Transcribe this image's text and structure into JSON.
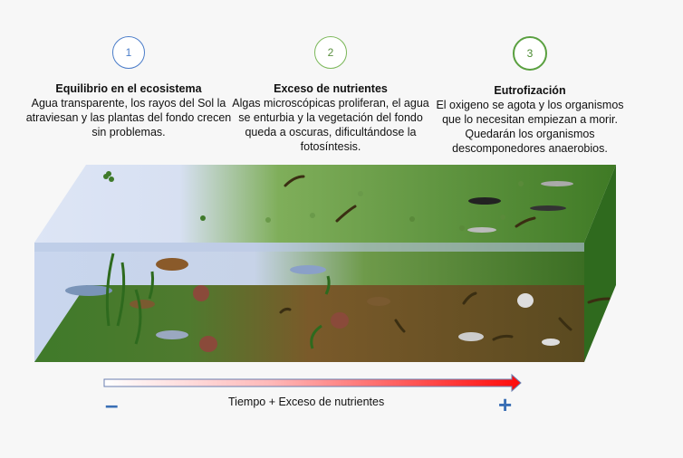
{
  "steps": [
    {
      "number": "1",
      "title": "Equilibrio en el ecosistema",
      "text": "Agua transparente, los rayos del Sol la atraviesan y las plantas del fondo crecen sin problemas.",
      "color": "#4a7cc9"
    },
    {
      "number": "2",
      "title": "Exceso de nutrientes",
      "text": "Algas microscópicas proliferan, el agua se enturbia y la vegetación del fondo queda a oscuras, dificultándose la fotosíntesis.",
      "color": "#7cb85a"
    },
    {
      "number": "3",
      "title": "Eutrofización",
      "text": "El oxigeno se agota y los organismos que lo necesitan empiezan a morir. Quedarán los organismos descomponedores anaerobios.",
      "color": "#5aa040"
    }
  ],
  "axis": {
    "label": "Tiempo + Exceso de nutrientes",
    "minus": "–",
    "plus": "+"
  },
  "colors": {
    "clear_water": "#d8e2f4",
    "green_water": "#4e8a2e",
    "sediment": "#6b5a22"
  }
}
